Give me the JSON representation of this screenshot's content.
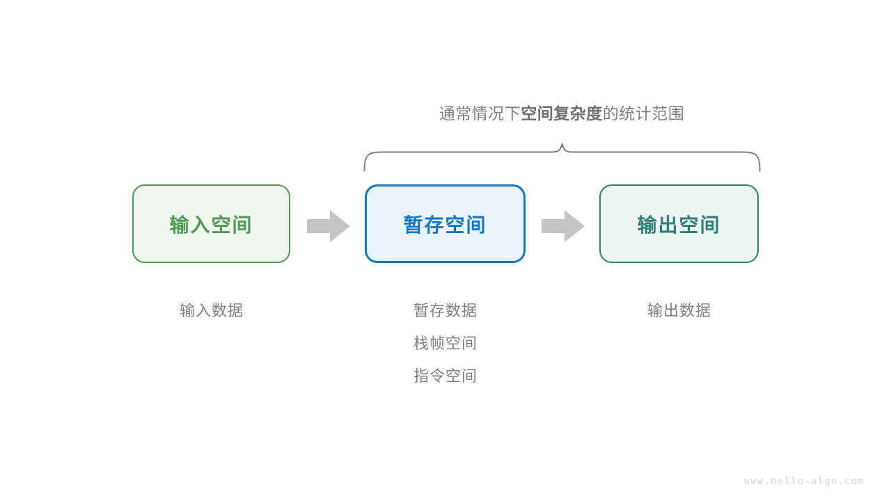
{
  "diagram": {
    "scope_note": {
      "prefix": "通常情况下",
      "emphasis": "空间复杂度",
      "suffix": "的统计范围"
    },
    "boxes": [
      {
        "id": "input",
        "label": "输入空间",
        "border_color": "#4e9a51",
        "fill_color": "#eef6ed",
        "text_color": "#4e9a51"
      },
      {
        "id": "temp",
        "label": "暂存空间",
        "border_color": "#1277c8",
        "fill_color": "#e8f4fd",
        "text_color": "#1277c8"
      },
      {
        "id": "output",
        "label": "输出空间",
        "border_color": "#2d8076",
        "fill_color": "#ecf5f2",
        "text_color": "#2d8076"
      }
    ],
    "arrows": [
      {
        "id": "arrow-1",
        "direction": "right",
        "color": "#c4c4c4"
      },
      {
        "id": "arrow-2",
        "direction": "right",
        "color": "#c4c4c4"
      }
    ],
    "captions": {
      "input": [
        "输入数据"
      ],
      "temp": [
        "暂存数据",
        "栈帧空间",
        "指令空间"
      ],
      "output": [
        "输出数据"
      ]
    },
    "brace": {
      "color": "#808080",
      "covers": [
        "暂存空间",
        "输出空间"
      ]
    },
    "watermark": "www.hello-algo.com"
  }
}
